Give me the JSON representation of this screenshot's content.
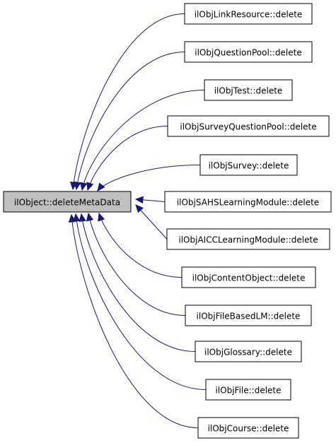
{
  "graph": {
    "root": {
      "label": "ilObject::deleteMetaData",
      "fill": "#bfbfbf"
    },
    "callers": [
      {
        "label": "ilObjLinkResource::delete"
      },
      {
        "label": "ilObjQuestionPool::delete"
      },
      {
        "label": "ilObjTest::delete"
      },
      {
        "label": "ilObjSurveyQuestionPool::delete"
      },
      {
        "label": "ilObjSurvey::delete"
      },
      {
        "label": "ilObjSAHSLearningModule::delete"
      },
      {
        "label": "ilObjAICCLearningModule::delete"
      },
      {
        "label": "ilObjContentObject::delete"
      },
      {
        "label": "ilObjFileBasedLM::delete"
      },
      {
        "label": "ilObjGlossary::delete"
      },
      {
        "label": "ilObjFile::delete"
      },
      {
        "label": "ilObjCourse::delete"
      }
    ],
    "node_fill": "#ffffff",
    "edge_color": "#191970"
  }
}
